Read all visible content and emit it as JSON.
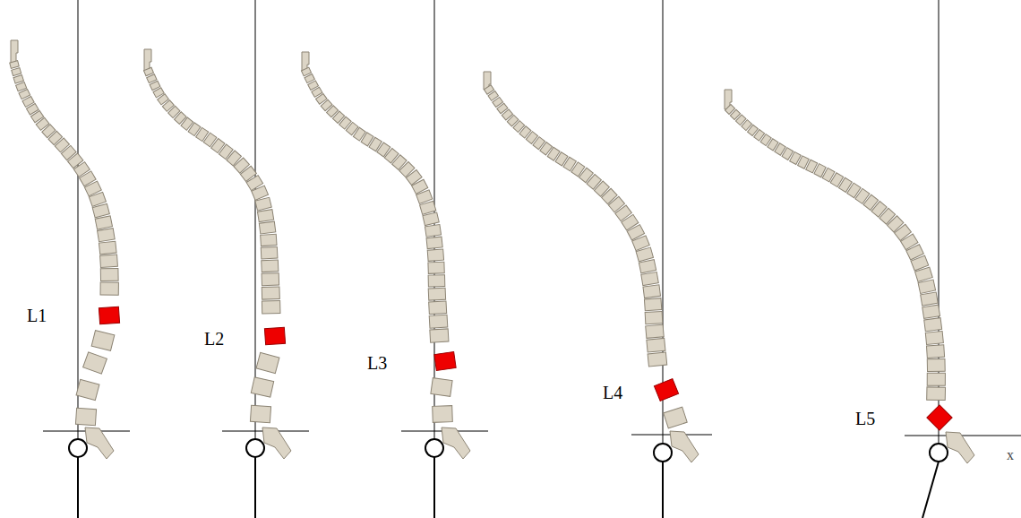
{
  "diagram": {
    "labels": [
      "L1",
      "L2",
      "L3",
      "L4",
      "L5",
      "x"
    ]
  }
}
